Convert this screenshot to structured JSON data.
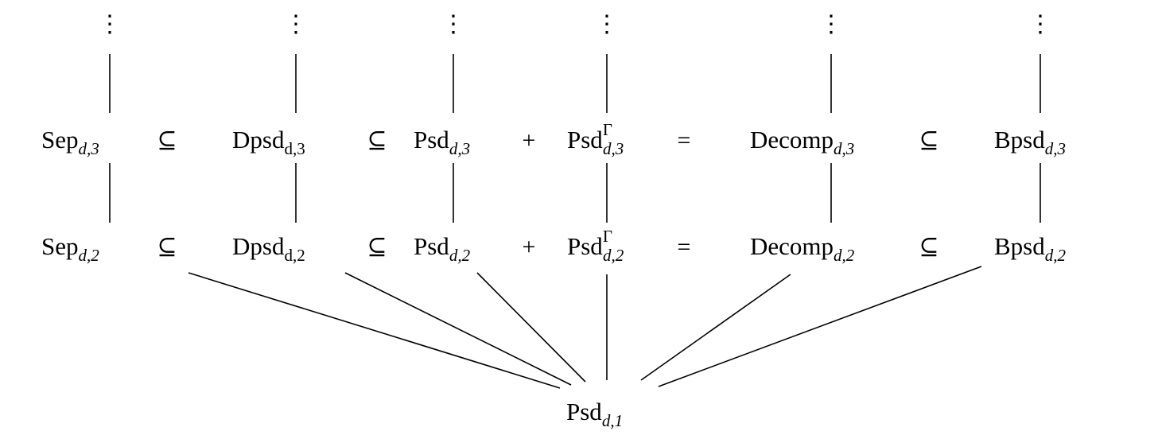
{
  "diagram": {
    "rows": {
      "level3": [
        {
          "base": "Sep",
          "sub": "d,3",
          "sup": ""
        },
        {
          "base": "Dpsd",
          "sub": "d,3",
          "sup": ""
        },
        {
          "base": "Psd",
          "sub": "d,3",
          "sup": ""
        },
        {
          "base": "Psd",
          "sub": "d,3",
          "sup": "Γ"
        },
        {
          "base": "Decomp",
          "sub": "d,3",
          "sup": ""
        },
        {
          "base": "Bpsd",
          "sub": "d,3",
          "sup": ""
        }
      ],
      "level2": [
        {
          "base": "Sep",
          "sub": "d,2",
          "sup": ""
        },
        {
          "base": "Dpsd",
          "sub": "d,2",
          "sup": ""
        },
        {
          "base": "Psd",
          "sub": "d,2",
          "sup": ""
        },
        {
          "base": "Psd",
          "sub": "d,2",
          "sup": "Γ"
        },
        {
          "base": "Decomp",
          "sub": "d,2",
          "sup": ""
        },
        {
          "base": "Bpsd",
          "sub": "d,2",
          "sup": ""
        }
      ],
      "relations": [
        "⊆",
        "⊆",
        "+",
        "=",
        "⊆"
      ]
    },
    "bottom": {
      "base": "Psd",
      "sub": "d,1"
    },
    "continuation": "⋮"
  }
}
